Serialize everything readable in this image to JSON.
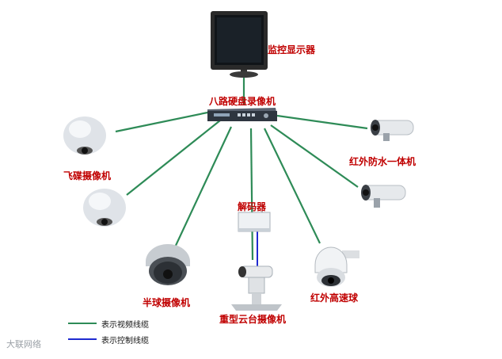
{
  "labels": {
    "monitor": "监控显示器",
    "dvr": "八路硬盘录像机",
    "ufo_camera": "飞碟摄像机",
    "ir_camera": "红外防水一体机",
    "decoder": "解码器",
    "dome_half": "半球摄像机",
    "ptz_camera": "重型云台摄像机",
    "speed_dome": "红外高速球"
  },
  "legend": {
    "video_line": "表示视频线缆",
    "control_line": "表示控制线缆"
  },
  "watermark": "大联网络",
  "colors": {
    "video_line": "#2e8b57",
    "control_line": "#1f2bd0",
    "label_text": "#c00000"
  }
}
